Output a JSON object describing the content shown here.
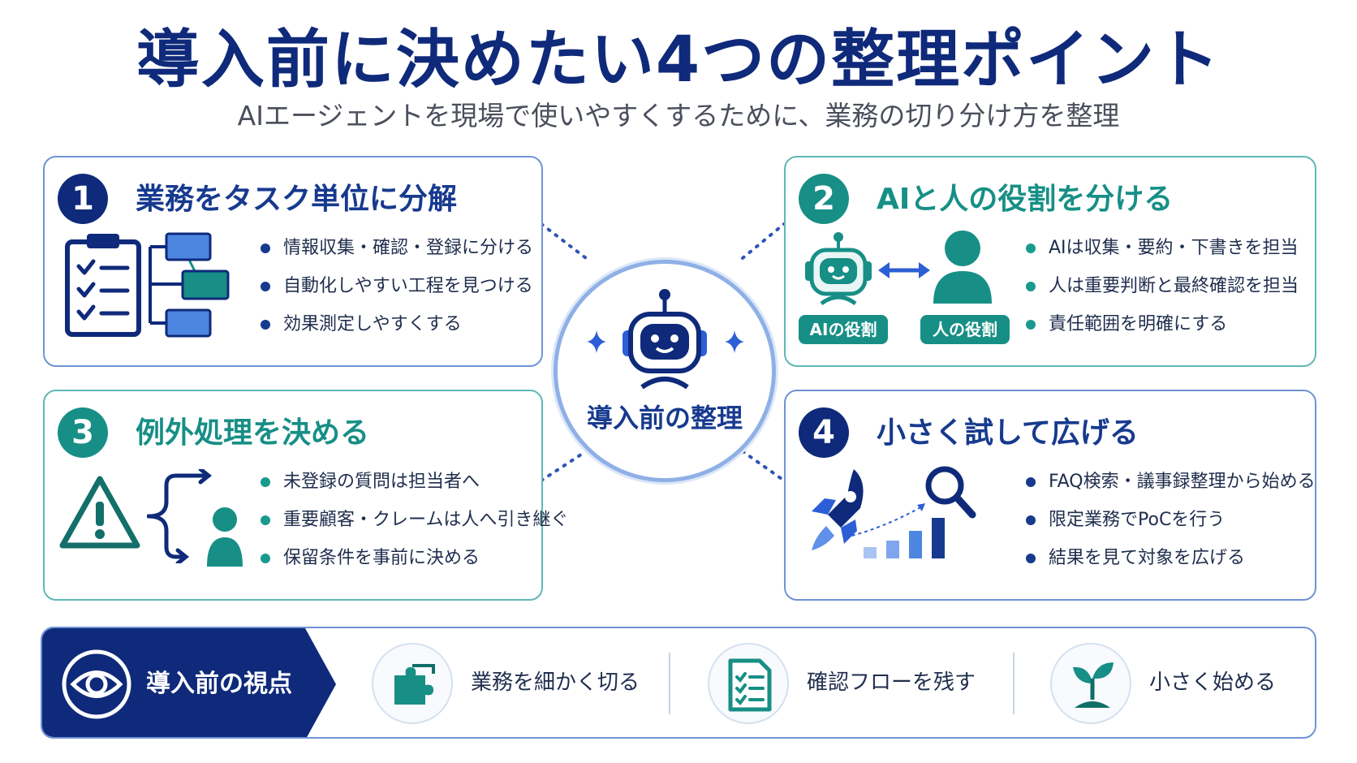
{
  "title": "導入前に決めたい4つの整理ポイント",
  "subtitle": "AIエージェントを現場で使いやすくするために、業務の切り分け方を整理",
  "center": {
    "label": "導入前の整理"
  },
  "cards": [
    {
      "number": "1",
      "title": "業務をタスク単位に分解",
      "bullets": [
        "情報収集・確認・登録に分ける",
        "自動化しやすい工程を見つける",
        "効果測定しやすくする"
      ]
    },
    {
      "number": "2",
      "title": "AIと人の役割を分ける",
      "bullets": [
        "AIは収集・要約・下書きを担当",
        "人は重要判断と最終確認を担当",
        "責任範囲を明確にする"
      ],
      "ai_badge": "AIの役割",
      "human_badge": "人の役割"
    },
    {
      "number": "3",
      "title": "例外処理を決める",
      "bullets": [
        "未登録の質問は担当者へ",
        "重要顧客・クレームは人へ引き継ぐ",
        "保留条件を事前に決める"
      ]
    },
    {
      "number": "4",
      "title": "小さく試して広げる",
      "bullets": [
        "FAQ検索・議事録整理から始める",
        "限定業務でPoCを行う",
        "結果を見て対象を広げる"
      ]
    }
  ],
  "bottom": {
    "heading": "導入前の視点",
    "items": [
      "業務を細かく切る",
      "確認フローを残す",
      "小さく始める"
    ]
  },
  "colors": {
    "navy": "#0f2a7a",
    "blue": "#173a8f",
    "teal": "#178f86",
    "light_blue": "#6f93d6"
  },
  "icons": [
    "clipboard-checklist-icon",
    "flow-diagram-icon",
    "robot-icon",
    "person-icon",
    "double-arrow-icon",
    "warning-icon",
    "branch-arrow-icon",
    "rocket-icon",
    "magnifier-icon",
    "bar-chart-icon",
    "eye-icon",
    "puzzle-icon",
    "checklist-icon",
    "sprout-icon",
    "sparkle-icon"
  ]
}
